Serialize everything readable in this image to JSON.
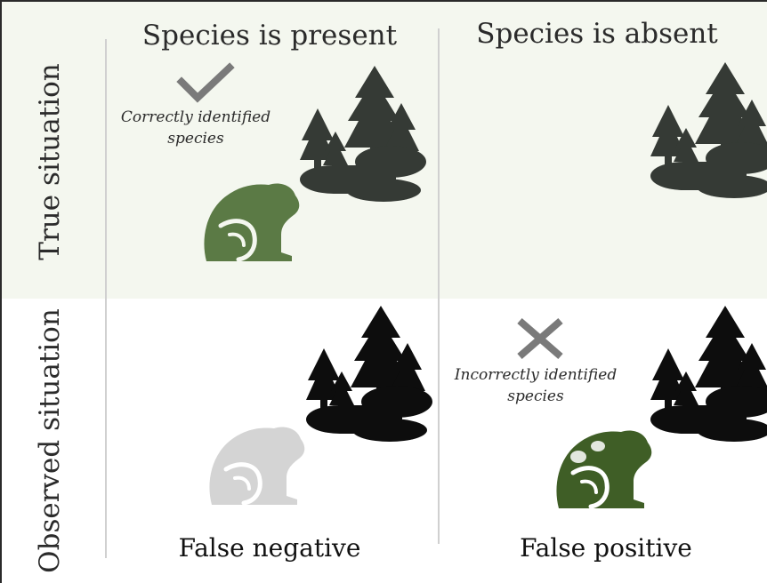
{
  "rows": {
    "true_label": "True situation",
    "observed_label": "Observed situation"
  },
  "columns": {
    "present_label": "Species is present",
    "absent_label": "Species is absent"
  },
  "notes": {
    "correct_line1": "Correctly identified",
    "correct_line2": "species",
    "incorrect_line1": "Incorrectly identified",
    "incorrect_line2": "species"
  },
  "outcomes": {
    "false_negative": "False negative",
    "false_positive": "False positive"
  },
  "colors": {
    "top_band": "#f4f7ef",
    "forest_true": "#353a35",
    "forest_observed": "#0d0d0d",
    "frog_true": "#5b7a45",
    "frog_missed": "#d4d4d4",
    "frog_false": "#3f5e26",
    "mark": "#7a7a7a"
  },
  "icons": {
    "check": "checkmark-icon",
    "cross": "cross-icon",
    "frog": "frog-icon",
    "forest": "forest-icon"
  }
}
